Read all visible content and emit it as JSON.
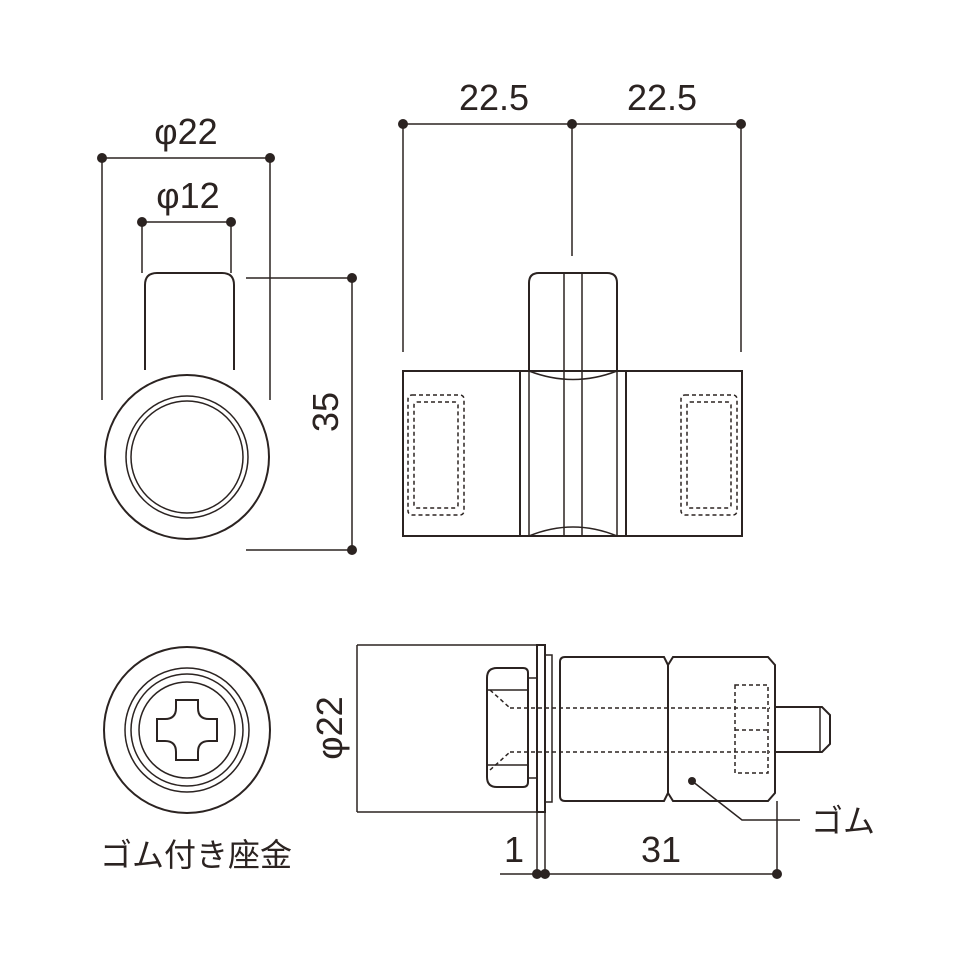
{
  "colors": {
    "line": "#2b2321",
    "background": "#ffffff"
  },
  "dimensions": {
    "top_outer_diameter": "φ22",
    "top_inner_diameter": "φ12",
    "height": "35",
    "width_left": "22.5",
    "width_right": "22.5",
    "bottom_diameter": "φ22",
    "flange_thickness": "1",
    "body_length": "31"
  },
  "labels": {
    "washer": "ゴム付き座金",
    "rubber": "ゴム"
  }
}
